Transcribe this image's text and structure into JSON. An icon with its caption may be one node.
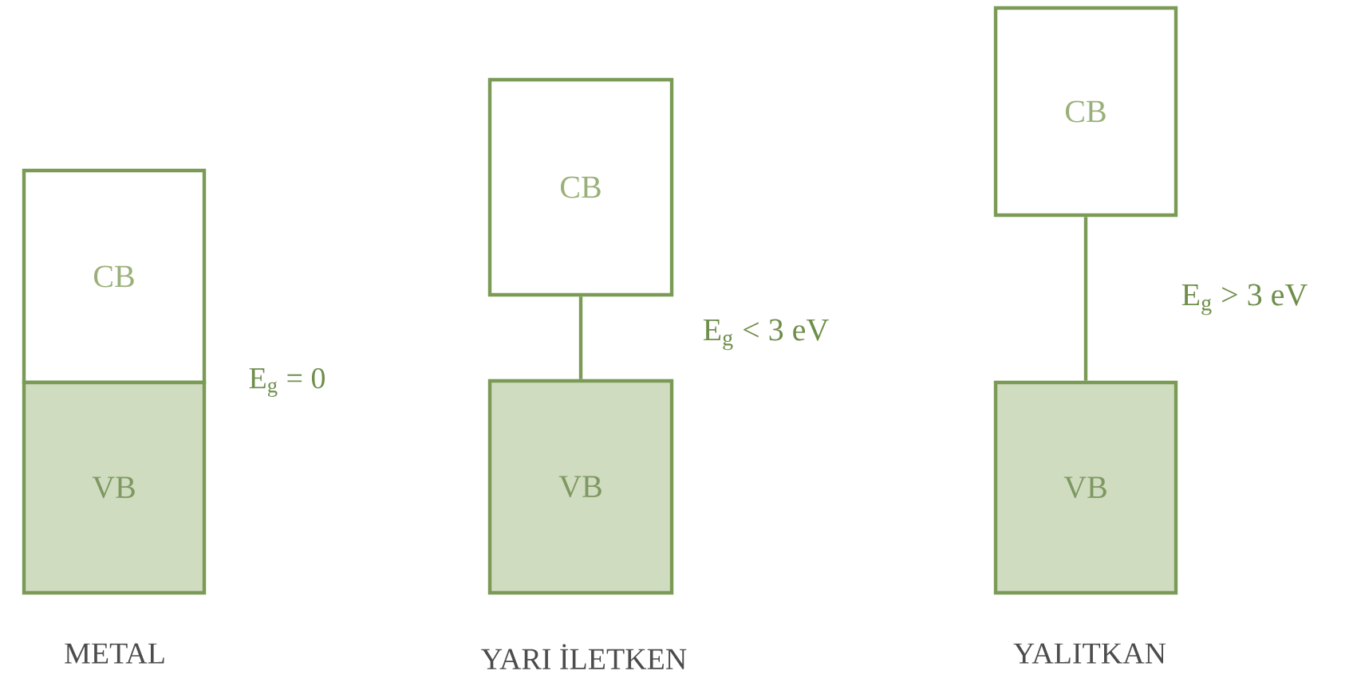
{
  "diagram": {
    "nodes": [
      {
        "text": [
          "CB"
        ]
      },
      {
        "text": [
          "VB"
        ]
      },
      {
        "text": [
          "CB"
        ]
      },
      {
        "text": [
          "VB"
        ]
      },
      {
        "text": [
          "CB"
        ]
      },
      {
        "text": [
          "VB"
        ]
      }
    ],
    "edges": [
      {
        "from": 2,
        "to": 3,
        "arrow": "none",
        "label": "E$_{g}$ < 3 eV"
      },
      {
        "from": 4,
        "to": 5,
        "arrow": "none",
        "label": "E$_{g}$ > 3 eV"
      }
    ],
    "labels": [
      "E$_{g}$ = 0",
      "METAL",
      "YARI İLETKEN",
      "YALITKAN"
    ]
  }
}
